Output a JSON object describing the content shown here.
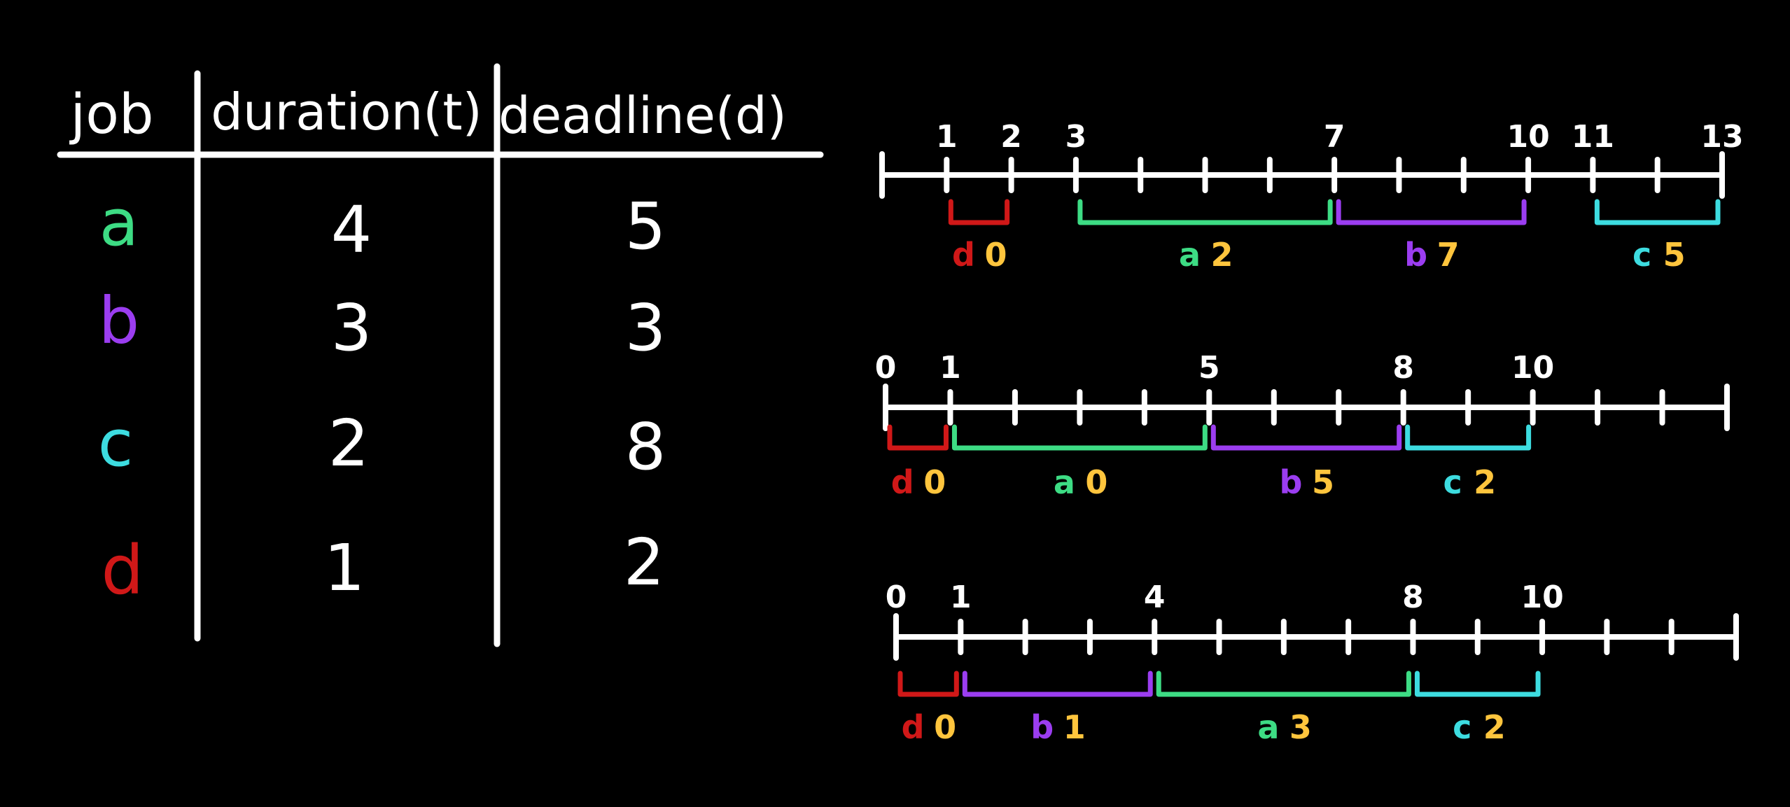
{
  "colors": {
    "background": "#000000",
    "chalk": "#ffffff",
    "a": "#3ddc84",
    "b": "#9b3df0",
    "c": "#3ddce0",
    "d": "#d01818",
    "lateness": "#ffc53d"
  },
  "table": {
    "headers": [
      "job",
      "duration(t)",
      "deadline(d)"
    ],
    "rows": [
      {
        "job": "a",
        "duration": "4",
        "deadline": "5"
      },
      {
        "job": "b",
        "duration": "3",
        "deadline": "3"
      },
      {
        "job": "c",
        "duration": "2",
        "deadline": "8"
      },
      {
        "job": "d",
        "duration": "1",
        "deadline": "2"
      }
    ]
  },
  "timelines": [
    {
      "tick_count": 14,
      "tick_labels": [
        {
          "t": 1,
          "label": "1"
        },
        {
          "t": 2,
          "label": "2"
        },
        {
          "t": 3,
          "label": "3"
        },
        {
          "t": 7,
          "label": "7"
        },
        {
          "t": 10,
          "label": "10"
        },
        {
          "t": 11,
          "label": "11"
        },
        {
          "t": 13,
          "label": "13"
        }
      ],
      "segments": [
        {
          "job": "d",
          "start": 1,
          "end": 2,
          "lateness": "0"
        },
        {
          "job": "a",
          "start": 3,
          "end": 7,
          "lateness": "2"
        },
        {
          "job": "b",
          "start": 7,
          "end": 10,
          "lateness": "7"
        },
        {
          "job": "c",
          "start": 11,
          "end": 13,
          "lateness": "5"
        }
      ]
    },
    {
      "tick_count": 14,
      "tick_labels": [
        {
          "t": 0,
          "label": "0"
        },
        {
          "t": 1,
          "label": "1"
        },
        {
          "t": 5,
          "label": "5"
        },
        {
          "t": 8,
          "label": "8"
        },
        {
          "t": 10,
          "label": "10"
        }
      ],
      "segments": [
        {
          "job": "d",
          "start": 0,
          "end": 1,
          "lateness": "0"
        },
        {
          "job": "a",
          "start": 1,
          "end": 5,
          "lateness": "0"
        },
        {
          "job": "b",
          "start": 5,
          "end": 8,
          "lateness": "5"
        },
        {
          "job": "c",
          "start": 8,
          "end": 10,
          "lateness": "2"
        }
      ]
    },
    {
      "tick_count": 14,
      "tick_labels": [
        {
          "t": 0,
          "label": "0"
        },
        {
          "t": 1,
          "label": "1"
        },
        {
          "t": 4,
          "label": "4"
        },
        {
          "t": 8,
          "label": "8"
        },
        {
          "t": 10,
          "label": "10"
        }
      ],
      "segments": [
        {
          "job": "d",
          "start": 0,
          "end": 1,
          "lateness": "0"
        },
        {
          "job": "b",
          "start": 1,
          "end": 4,
          "lateness": "1"
        },
        {
          "job": "a",
          "start": 4,
          "end": 8,
          "lateness": "3"
        },
        {
          "job": "c",
          "start": 8,
          "end": 10,
          "lateness": "2"
        }
      ]
    }
  ]
}
